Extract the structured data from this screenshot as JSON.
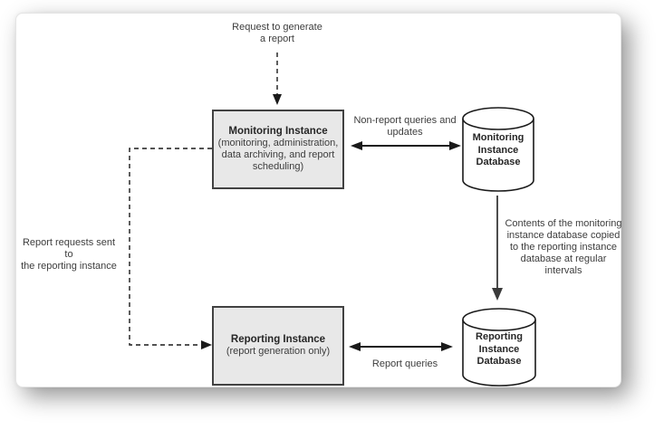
{
  "diagram": {
    "top_label": "Request to generate\na report",
    "monitoring_box": {
      "title": "Monitoring Instance",
      "subtitle": "(monitoring, administration,\ndata archiving, and report\nscheduling)"
    },
    "reporting_box": {
      "title": "Reporting Instance",
      "subtitle": "(report generation only)"
    },
    "monitoring_db": {
      "label": "Monitoring\nInstance\nDatabase"
    },
    "reporting_db": {
      "label": "Reporting\nInstance\nDatabase"
    },
    "edges": {
      "non_report_label": "Non-report queries and\nupdates",
      "copy_label": "Contents of the monitoring\ninstance database copied\nto the reporting instance\ndatabase at regular\nintervals",
      "report_requests_label": "Report requests sent to\nthe reporting instance",
      "report_queries_label": "Report queries"
    },
    "colors": {
      "node_fill": "#e8e8e8",
      "node_border": "#424242",
      "line": "#1a1a1a",
      "copy_arrow": "#4d4d4d",
      "text": "#3d3d3d"
    }
  }
}
